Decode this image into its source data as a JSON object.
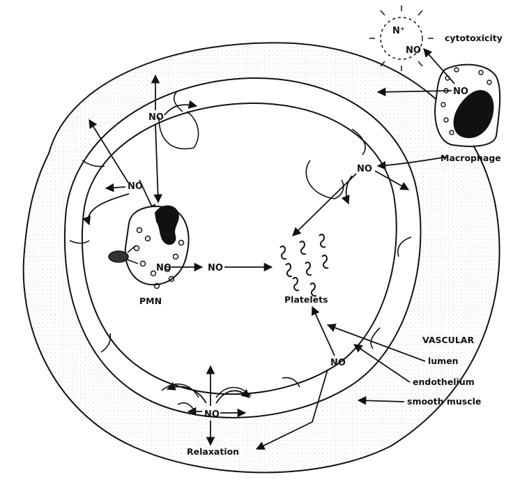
{
  "labels": {
    "no": "NO",
    "n_plus": "N⁺",
    "cytotoxicity": "cytotoxicity",
    "macrophage": "Macrophage",
    "pmn": "PMN",
    "platelets": "Platelets",
    "vascular": "VASCULAR",
    "lumen": "lumen",
    "endothelium": "endothelium",
    "smooth_muscle": "smooth muscle",
    "relaxation": "Relaxation"
  },
  "colors": {
    "ink": "#111111",
    "paper": "#ffffff",
    "stipple": "#cfcfcf"
  }
}
